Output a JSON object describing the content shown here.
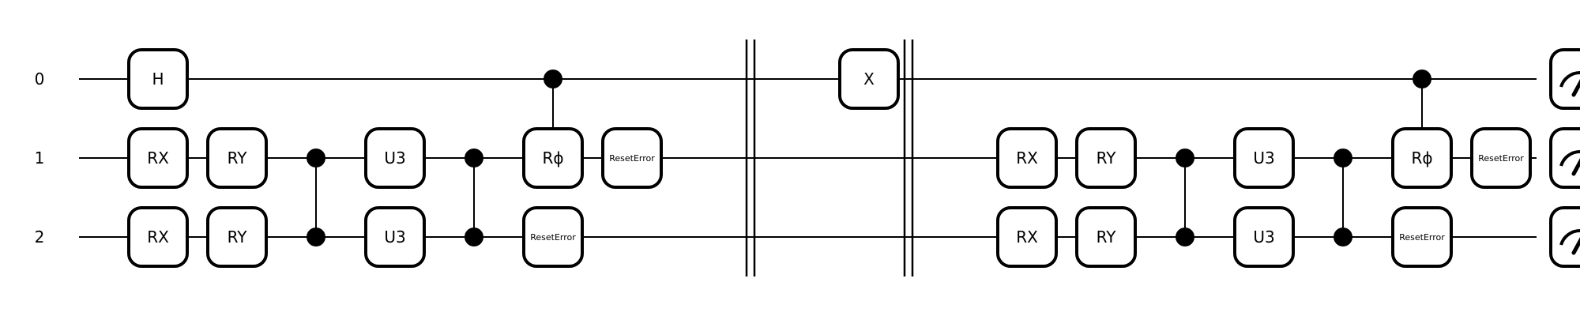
{
  "circuit": {
    "wires": [
      {
        "label": "0"
      },
      {
        "label": "1"
      },
      {
        "label": "2"
      }
    ],
    "gates": [
      {
        "label": "H",
        "wire": 0,
        "col": 0
      },
      {
        "label": "RX",
        "wire": 1,
        "col": 0
      },
      {
        "label": "RX",
        "wire": 2,
        "col": 0
      },
      {
        "label": "RY",
        "wire": 1,
        "col": 1
      },
      {
        "label": "RY",
        "wire": 2,
        "col": 1
      },
      {
        "label": "U3",
        "wire": 1,
        "col": 3
      },
      {
        "label": "U3",
        "wire": 2,
        "col": 3
      },
      {
        "label": "Rϕ",
        "wire": 1,
        "col": 5
      },
      {
        "label": "ResetError",
        "wire": 2,
        "col": 5
      },
      {
        "label": "ResetError",
        "wire": 1,
        "col": 6
      },
      {
        "label": "X",
        "wire": 0,
        "col": 9
      },
      {
        "label": "RX",
        "wire": 1,
        "col": 11
      },
      {
        "label": "RX",
        "wire": 2,
        "col": 11
      },
      {
        "label": "RY",
        "wire": 1,
        "col": 12
      },
      {
        "label": "RY",
        "wire": 2,
        "col": 12
      },
      {
        "label": "U3",
        "wire": 1,
        "col": 14
      },
      {
        "label": "U3",
        "wire": 2,
        "col": 14
      },
      {
        "label": "Rϕ",
        "wire": 1,
        "col": 16
      },
      {
        "label": "ResetError",
        "wire": 2,
        "col": 16
      },
      {
        "label": "ResetError",
        "wire": 1,
        "col": 17
      }
    ],
    "controlled": [
      {
        "col": 2,
        "wires": [
          1,
          2
        ],
        "type": "cz"
      },
      {
        "col": 4,
        "wires": [
          1,
          2
        ],
        "type": "cz"
      },
      {
        "col": 5,
        "control": 0,
        "target": 1,
        "type": "controlled-gate"
      },
      {
        "col": 13,
        "wires": [
          1,
          2
        ],
        "type": "cz"
      },
      {
        "col": 15,
        "wires": [
          1,
          2
        ],
        "type": "cz"
      },
      {
        "col": 16,
        "control": 0,
        "target": 1,
        "type": "controlled-gate"
      }
    ],
    "barriers": [
      {
        "after_col": 7
      },
      {
        "after_col": 9
      }
    ],
    "measurements": [
      {
        "wire": 0,
        "col": 18
      },
      {
        "wire": 1,
        "col": 18
      },
      {
        "wire": 2,
        "col": 18
      }
    ]
  }
}
